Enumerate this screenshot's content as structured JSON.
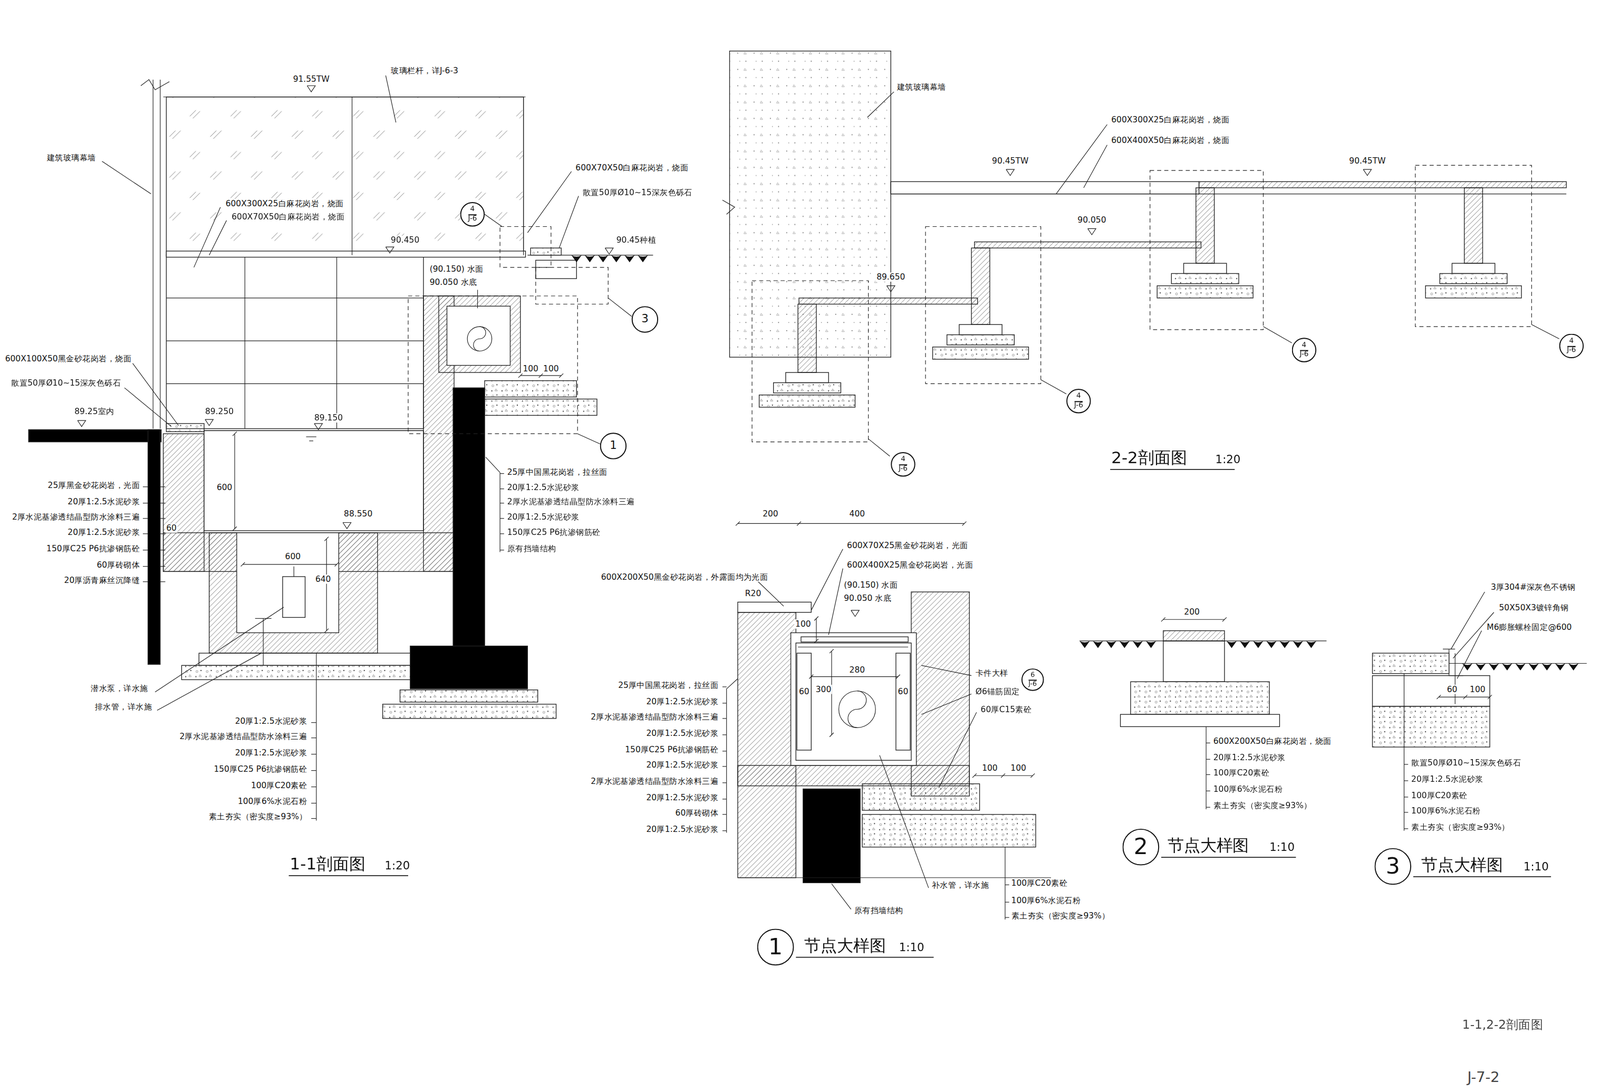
{
  "diagram": {
    "nodes": [
      {
        "text": [
          "4",
          "J-6"
        ]
      },
      {
        "text": [
          "3"
        ]
      },
      {
        "text": [
          "1"
        ]
      },
      {
        "text": [
          "4",
          "J-6"
        ]
      },
      {
        "text": [
          "4",
          "J-6"
        ]
      },
      {
        "text": [
          "4",
          "J-6"
        ]
      },
      {
        "text": [
          "4",
          "J-6"
        ]
      },
      {
        "text": [
          "6",
          "J-6"
        ]
      },
      {
        "text": [
          "1"
        ]
      },
      {
        "text": [
          "2"
        ]
      },
      {
        "text": [
          "3"
        ]
      }
    ],
    "labels": [
      "91.55TW",
      "玻璃栏杆，详J-6-3",
      "建筑玻璃幕墙",
      "600X300X25白麻花岗岩，烧面",
      "600X70X50白麻花岗岩，烧面",
      "90.450",
      "600X70X50白麻花岗岩，烧面",
      "散置50厚Ø10~15深灰色砾石",
      "90.45种植",
      "(90.150) 水面",
      "90.050 水底",
      "100",
      "100",
      "600X100X50黑金砂花岗岩，烧面",
      "散置50厚Ø10~15深灰色砾石",
      "89.25室内",
      "89.250",
      "89.150",
      "600",
      "88.550",
      "600",
      "640",
      "60",
      "25厚黑金砂花岗岩，光面",
      "20厚1:2.5水泥砂浆",
      "2厚水泥基渗透结晶型防水涂料三遍",
      "20厚1:2.5水泥砂浆",
      "150厚C25 P6抗渗钢筋砼",
      "60厚砖砌体",
      "20厚沥青麻丝沉降缝",
      "25厚中国黑花岗岩，拉丝面",
      "20厚1:2.5水泥砂浆",
      "2厚水泥基渗透结晶型防水涂料三遍",
      "20厚1:2.5水泥砂浆",
      "150厚C25 P6抗渗钢筋砼",
      "原有挡墙结构",
      "潜水泵，详水施",
      "排水管，详水施",
      "20厚1:2.5水泥砂浆",
      "2厚水泥基渗透结晶型防水涂料三遍",
      "20厚1:2.5水泥砂浆",
      "150厚C25 P6抗渗钢筋砼",
      "100厚C20素砼",
      "100厚6%水泥石粉",
      "素土夯实（密实度≥93%）",
      "1-1剖面图",
      "1:20",
      "建筑玻璃幕墙",
      "600X300X25白麻花岗岩，烧面",
      "600X400X50白麻花岗岩，烧面",
      "90.45TW",
      "90.45TW",
      "90.050",
      "89.650",
      "2-2剖面图",
      "1:20",
      "200",
      "400",
      "600X70X25黑金砂花岗岩，光面",
      "600X400X25黑金砂花岗岩，光面",
      "600X200X50黑金砂花岗岩，外露面均为光面",
      "R20",
      "(90.150) 水面",
      "90.050 水底",
      "100",
      "280",
      "300",
      "60",
      "60",
      "卡件大样",
      "Ø6锚筋固定",
      "60厚C15素砼",
      "100",
      "100",
      "25厚中国黑花岗岩，拉丝面",
      "20厚1:2.5水泥砂浆",
      "2厚水泥基渗透结晶型防水涂料三遍",
      "20厚1:2.5水泥砂浆",
      "150厚C25 P6抗渗钢筋砼",
      "20厚1:2.5水泥砂浆",
      "2厚水泥基渗透结晶型防水涂料三遍",
      "20厚1:2.5水泥砂浆",
      "60厚砖砌体",
      "20厚1:2.5水泥砂浆",
      "补水管，详水施",
      "原有挡墙结构",
      "100厚C20素砼",
      "100厚6%水泥石粉",
      "素土夯实（密实度≥93%）",
      "节点大样图",
      "1:10",
      "200",
      "600X200X50白麻花岗岩，烧面",
      "20厚1:2.5水泥砂浆",
      "100厚C20素砼",
      "100厚6%水泥石粉",
      "素土夯实（密实度≥93%）",
      "节点大样图",
      "1:10",
      "3厚304#深灰色不锈钢",
      "50X50X3镀锌角钢",
      "M6膨胀螺栓固定@600",
      "60",
      "100",
      "散置50厚Ø10~15深灰色砾石",
      "20厚1:2.5水泥砂浆",
      "100厚C20素砼",
      "100厚6%水泥石粉",
      "素土夯实（密实度≥93%）",
      "节点大样图",
      "1:10",
      "1-1,2-2剖面图",
      "J-7-2"
    ]
  }
}
